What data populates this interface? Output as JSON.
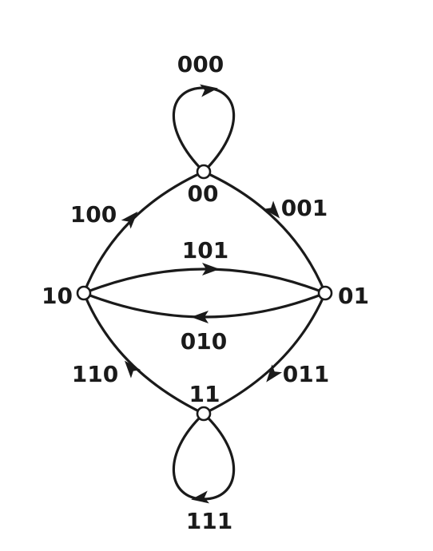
{
  "nodes": {
    "n00": {
      "label": "00"
    },
    "n01": {
      "label": "01"
    },
    "n10": {
      "label": "10"
    },
    "n11": {
      "label": "11"
    }
  },
  "edges": {
    "e000": {
      "label": "000",
      "from": "00",
      "to": "00"
    },
    "e001": {
      "label": "001",
      "from": "00",
      "to": "01"
    },
    "e010": {
      "label": "010",
      "from": "01",
      "to": "10"
    },
    "e011": {
      "label": "011",
      "from": "01",
      "to": "11"
    },
    "e100": {
      "label": "100",
      "from": "10",
      "to": "00"
    },
    "e101": {
      "label": "101",
      "from": "10",
      "to": "01"
    },
    "e110": {
      "label": "110",
      "from": "11",
      "to": "10"
    },
    "e111": {
      "label": "111",
      "from": "11",
      "to": "11"
    }
  },
  "colors": {
    "stroke": "#1a1a1a",
    "node_fill": "#ffffff",
    "background": "#ffffff"
  }
}
